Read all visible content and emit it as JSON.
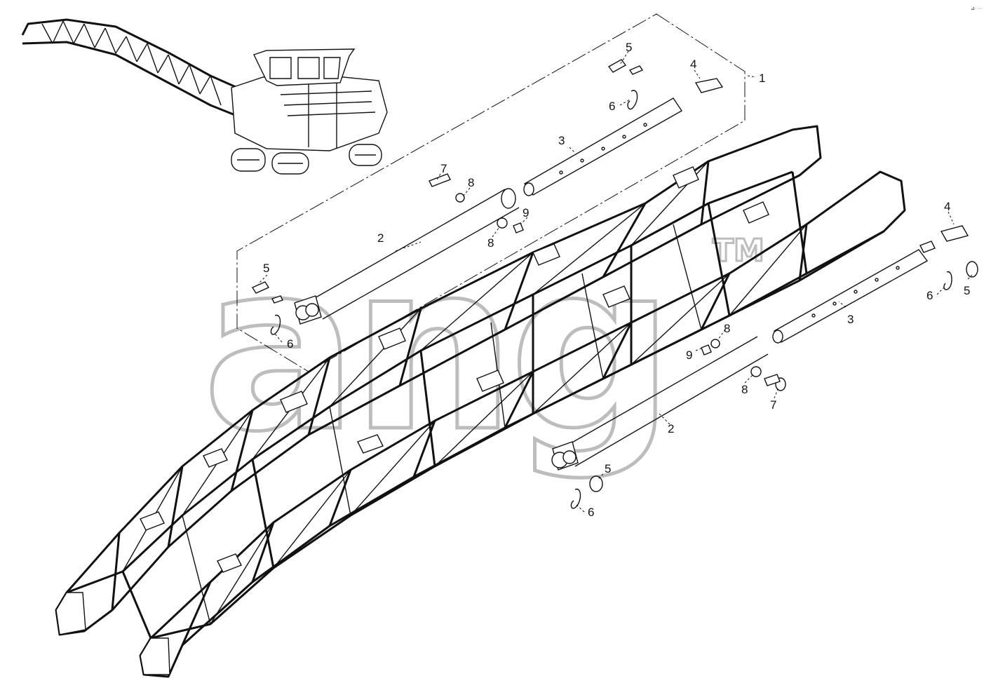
{
  "watermark": {
    "text": "ang",
    "trademark": "TM"
  },
  "corner_mark": "⊿· ···",
  "callouts": [
    {
      "id": "c1",
      "label": "1"
    },
    {
      "id": "c2a",
      "label": "2"
    },
    {
      "id": "c2b",
      "label": "2"
    },
    {
      "id": "c3a",
      "label": "3"
    },
    {
      "id": "c3b",
      "label": "3"
    },
    {
      "id": "c4a",
      "label": "4"
    },
    {
      "id": "c4b",
      "label": "4"
    },
    {
      "id": "c5a",
      "label": "5"
    },
    {
      "id": "c5b",
      "label": "5"
    },
    {
      "id": "c5c",
      "label": "5"
    },
    {
      "id": "c5d",
      "label": "5"
    },
    {
      "id": "c6a",
      "label": "6"
    },
    {
      "id": "c6b",
      "label": "6"
    },
    {
      "id": "c6c",
      "label": "6"
    },
    {
      "id": "c6d",
      "label": "6"
    },
    {
      "id": "c7a",
      "label": "7"
    },
    {
      "id": "c7b",
      "label": "7"
    },
    {
      "id": "c8a",
      "label": "8"
    },
    {
      "id": "c8b",
      "label": "8"
    },
    {
      "id": "c8c",
      "label": "8"
    },
    {
      "id": "c8d",
      "label": "8"
    },
    {
      "id": "c9a",
      "label": "9"
    },
    {
      "id": "c9b",
      "label": "9"
    }
  ]
}
